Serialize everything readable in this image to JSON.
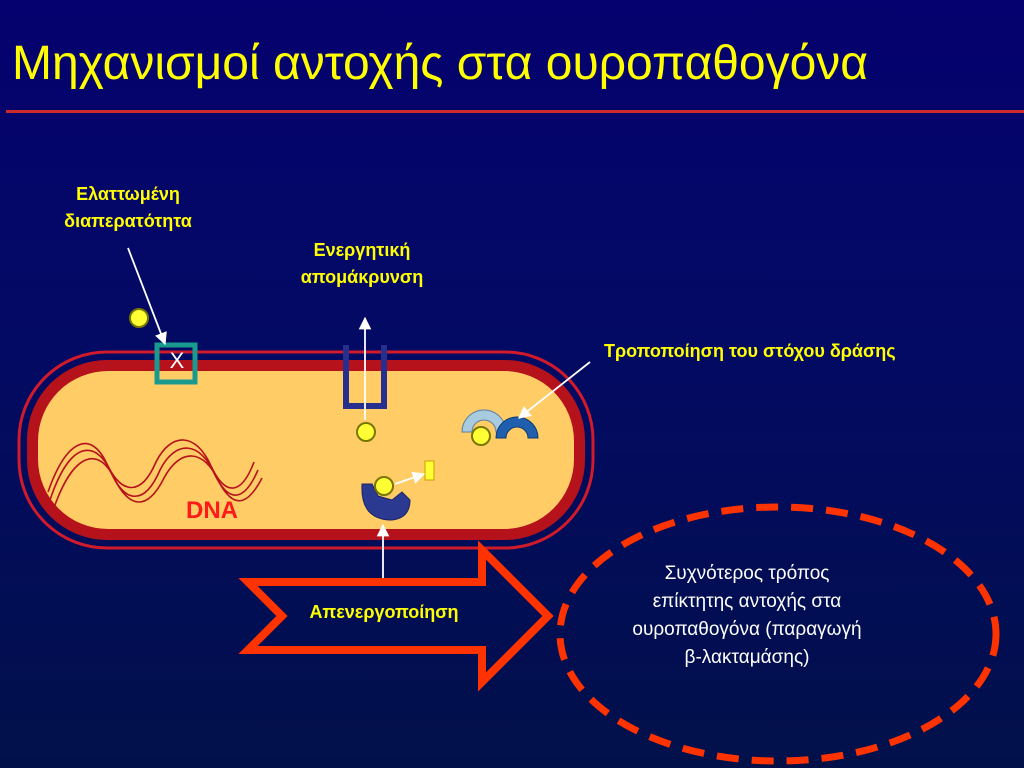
{
  "title": "Μηχανισμοί αντοχής στα ουροπαθογόνα",
  "labels": {
    "permeability": "Ελαττωμένη διαπερατότητα",
    "efflux": "Ενεργητική απομάκρυνση",
    "target": "Τροποποίηση του στόχου δράσης",
    "inactivation": "Απενεργοποίηση",
    "dna": "DNA",
    "blocked_mark": "X"
  },
  "note": "Συχνότερος τρόπος επίκτητης αντοχής στα ουροπαθογόνα (παραγωγή β-λακταμάσης)",
  "colors": {
    "background": "#05016f",
    "title_text": "#ffff00",
    "title_rule": "#cc2b2b",
    "cell_outer": "#b5121b",
    "cell_inner": "#ffcc66",
    "dna_label": "#ff1a1a",
    "porin": "#1a9a8e",
    "efflux_pump": "#262f8e",
    "antibiotic": "#ffff33",
    "target_light": "#a9cbe0",
    "target_dark": "#1f5fae",
    "enzyme": "#2b3990",
    "arrow_shape": "#ff3300",
    "dashed_ellipse": "#ff3300",
    "note_text": "#ffffff"
  },
  "icons": {
    "porin": "blocked-porin-icon",
    "efflux": "efflux-pump-icon",
    "target": "modified-target-icon",
    "enzyme": "beta-lactamase-enzyme-icon",
    "antibiotic": "antibiotic-molecule-icon"
  }
}
